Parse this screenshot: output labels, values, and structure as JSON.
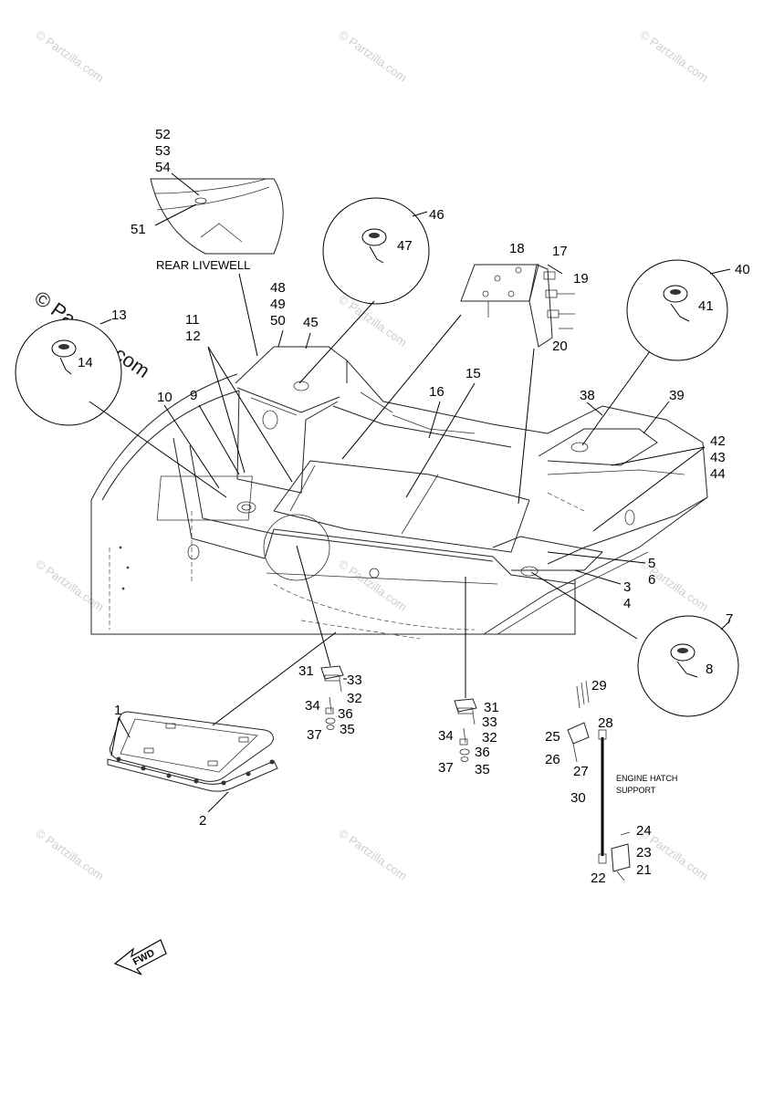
{
  "watermark": {
    "text": "© Partzilla.com",
    "corner_text": "© Partzilla.com"
  },
  "captions": {
    "rear_livewell": "REAR LIVEWELL",
    "engine_hatch_line1": "ENGINE HATCH",
    "engine_hatch_line2": "SUPPORT",
    "fwd": "FWD"
  },
  "callouts": [
    "52",
    "53",
    "54",
    "51",
    "46",
    "47",
    "48",
    "49",
    "50",
    "45",
    "13",
    "14",
    "11",
    "12",
    "10",
    "9",
    "18",
    "17",
    "19",
    "20",
    "15",
    "16",
    "40",
    "41",
    "38",
    "39",
    "42",
    "43",
    "44",
    "5",
    "6",
    "3",
    "4",
    "7",
    "8",
    "1",
    "2",
    "31",
    "33",
    "32",
    "34",
    "36",
    "37",
    "35",
    "31",
    "33",
    "32",
    "34",
    "36",
    "37",
    "35",
    "29",
    "28",
    "25",
    "26",
    "27",
    "30",
    "24",
    "23",
    "22",
    "21"
  ]
}
